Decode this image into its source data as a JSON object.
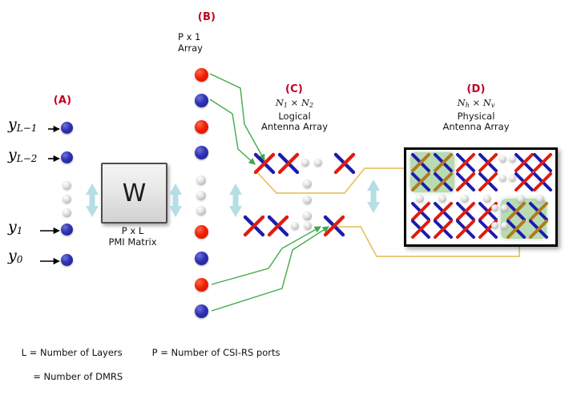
{
  "diagram": {
    "title_sections": {
      "a": {
        "tag": "(A)",
        "caption": ""
      },
      "b": {
        "tag": "(B)",
        "caption_line1": "P x 1",
        "caption_line2": "Array"
      },
      "c": {
        "tag": "(C)",
        "caption_math": "N1 × N2",
        "caption_line1": "Logical",
        "caption_line2": "Antenna Array",
        "n_first": "N",
        "n_first_sub": "1",
        "times": "×",
        "n_second": "N",
        "n_second_sub": "2"
      },
      "d": {
        "tag": "(D)",
        "caption_math": "Nh × Nv",
        "caption_line1": "Physical",
        "caption_line2": "Antenna Array",
        "n_first": "N",
        "n_first_sub": "h",
        "times": "×",
        "n_second": "N",
        "n_second_sub": "v"
      }
    },
    "layer_inputs": [
      {
        "name": "y_L-1",
        "base": "y",
        "sub": "L−1",
        "dot_color": "blue"
      },
      {
        "name": "y_L-2",
        "base": "y",
        "sub": "L−2",
        "dot_color": "blue"
      },
      {
        "name": "y_1",
        "base": "y",
        "sub": "1",
        "dot_color": "blue"
      },
      {
        "name": "y_0",
        "base": "y",
        "sub": "0",
        "dot_color": "blue"
      }
    ],
    "precoder": {
      "symbol": "W",
      "caption_line1": "P x L",
      "caption_line2": "PMI Matrix"
    },
    "port_array": {
      "dots": [
        "red",
        "blue",
        "red",
        "blue",
        "gray",
        "gray",
        "gray",
        "red",
        "blue",
        "red",
        "blue"
      ]
    },
    "legend": {
      "left_line1": "L = Number of Layers",
      "left_line2": "    = Number of DMRS",
      "right_line1": "P = Number of CSI-RS ports"
    },
    "colors": {
      "label_red": "#c00020",
      "dot_blue": "#2f31b5",
      "dot_red": "#f21f05",
      "dot_gray": "#d8d8d8",
      "cross_blue": "#1b1bb0",
      "cross_red": "#e01b0d",
      "highlight_green": "#a9d4a2",
      "connector_green": "#3faa4a",
      "connector_orange": "#e8c56a",
      "box_border": "#000000",
      "arrow_blue": "#a9d8e0"
    }
  }
}
